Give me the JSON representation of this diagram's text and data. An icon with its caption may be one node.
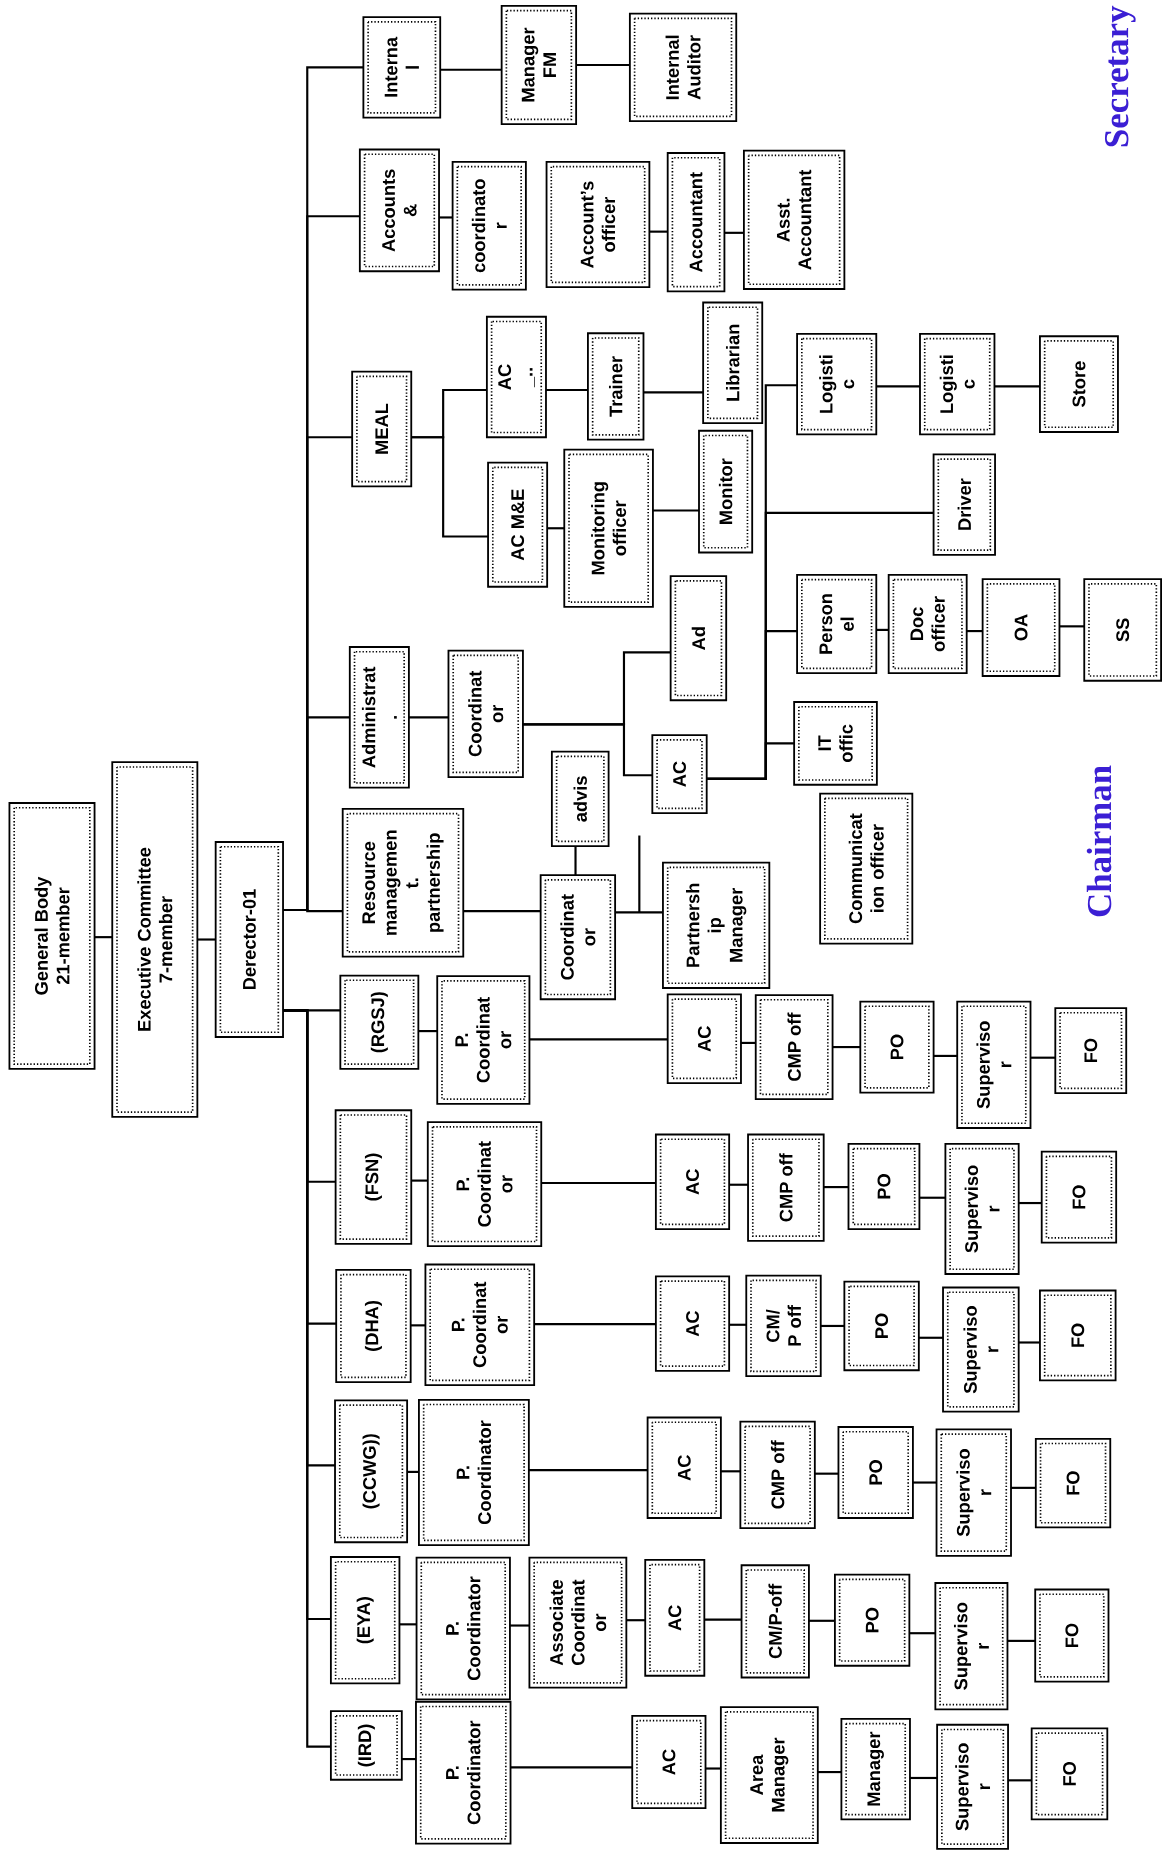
{
  "diagram": {
    "nodes": [
      {
        "text": [
          "General Body",
          "21-member"
        ]
      },
      {
        "text": [
          "Executive Committee",
          "7-member"
        ]
      },
      {
        "text": [
          "Derector-01"
        ]
      },
      {
        "text": [
          "Interna l"
        ]
      },
      {
        "text": [
          "Manager FM"
        ]
      },
      {
        "text": [
          "Internal Auditor"
        ]
      },
      {
        "text": [
          "Accounts &"
        ]
      },
      {
        "text": [
          "coordinato r"
        ]
      },
      {
        "text": [
          "Account’s officer"
        ]
      },
      {
        "text": [
          "Accountant"
        ]
      },
      {
        "text": [
          "Asst. Accountant"
        ]
      },
      {
        "text": [
          "MEAL"
        ]
      },
      {
        "text": [
          "AC _.."
        ]
      },
      {
        "text": [
          "Trainer"
        ]
      },
      {
        "text": [
          "Librarian"
        ]
      },
      {
        "text": [
          "AC M&E"
        ]
      },
      {
        "text": [
          "Monitoring officer"
        ]
      },
      {
        "text": [
          "Monitor"
        ]
      },
      {
        "text": [
          "Administrat ."
        ]
      },
      {
        "text": [
          "Coordinat or"
        ]
      },
      {
        "text": [
          "Ad"
        ]
      },
      {
        "text": [
          "AC"
        ]
      },
      {
        "text": [
          "Logisti c"
        ]
      },
      {
        "text": [
          "Logisti c"
        ]
      },
      {
        "text": [
          "Store"
        ]
      },
      {
        "text": [
          "Driver"
        ]
      },
      {
        "text": [
          "Person el"
        ]
      },
      {
        "text": [
          "Doc officer"
        ]
      },
      {
        "text": [
          "OA"
        ]
      },
      {
        "text": [
          "SS"
        ]
      },
      {
        "text": [
          "IT offic"
        ]
      },
      {
        "text": [
          "Communicat ion officer"
        ]
      },
      {
        "text": [
          "Resource managemen t. partnership"
        ]
      },
      {
        "text": [
          "Coordinat or"
        ]
      },
      {
        "text": [
          "advis"
        ]
      },
      {
        "text": [
          "Partnersh ip Manager"
        ]
      },
      {
        "text": [
          "(RGSJ)"
        ]
      },
      {
        "text": [
          "P. Coordinat or"
        ]
      },
      {
        "text": [
          "AC"
        ]
      },
      {
        "text": [
          "CMP off"
        ]
      },
      {
        "text": [
          "PO"
        ]
      },
      {
        "text": [
          "Superviso r"
        ]
      },
      {
        "text": [
          "FO"
        ]
      },
      {
        "text": [
          "(FSN)"
        ]
      },
      {
        "text": [
          "P. Coordinat or"
        ]
      },
      {
        "text": [
          "AC"
        ]
      },
      {
        "text": [
          "CMP off"
        ]
      },
      {
        "text": [
          "PO"
        ]
      },
      {
        "text": [
          "Superviso r"
        ]
      },
      {
        "text": [
          "FO"
        ]
      },
      {
        "text": [
          "(DHA)"
        ]
      },
      {
        "text": [
          "P. Coordinat or"
        ]
      },
      {
        "text": [
          "AC"
        ]
      },
      {
        "text": [
          "CM/ P off"
        ]
      },
      {
        "text": [
          "PO"
        ]
      },
      {
        "text": [
          "Superviso r"
        ]
      },
      {
        "text": [
          "FO"
        ]
      },
      {
        "text": [
          "(CCWG))"
        ]
      },
      {
        "text": [
          "P. Coordinator"
        ]
      },
      {
        "text": [
          "AC"
        ]
      },
      {
        "text": [
          "CMP off"
        ]
      },
      {
        "text": [
          "PO"
        ]
      },
      {
        "text": [
          "Superviso r"
        ]
      },
      {
        "text": [
          "FO"
        ]
      },
      {
        "text": [
          "(EYA)"
        ]
      },
      {
        "text": [
          "P. Coordinator"
        ]
      },
      {
        "text": [
          "Associate Coordinat or"
        ]
      },
      {
        "text": [
          "AC"
        ]
      },
      {
        "text": [
          "CM/P-off"
        ]
      },
      {
        "text": [
          "PO"
        ]
      },
      {
        "text": [
          "Superviso r"
        ]
      },
      {
        "text": [
          "FO"
        ]
      },
      {
        "text": [
          "(IRD)"
        ]
      },
      {
        "text": [
          "P. Coordinator"
        ]
      },
      {
        "text": [
          "AC"
        ]
      },
      {
        "text": [
          "Area Manager"
        ]
      },
      {
        "text": [
          "Manager"
        ]
      },
      {
        "text": [
          "Superviso r"
        ]
      },
      {
        "text": [
          "FO"
        ]
      }
    ],
    "edges": [
      {
        "from": 0,
        "to": 1,
        "arrow": "none"
      },
      {
        "from": 1,
        "to": 2,
        "arrow": "none"
      },
      {
        "from": 2,
        "to": 3,
        "arrow": "none"
      },
      {
        "from": 2,
        "to": 6,
        "arrow": "none"
      },
      {
        "from": 2,
        "to": 11,
        "arrow": "none"
      },
      {
        "from": 2,
        "to": 18,
        "arrow": "none"
      },
      {
        "from": 2,
        "to": 32,
        "arrow": "none"
      },
      {
        "from": 2,
        "to": 36,
        "arrow": "none"
      },
      {
        "from": 2,
        "to": 43,
        "arrow": "none"
      },
      {
        "from": 2,
        "to": 50,
        "arrow": "none"
      },
      {
        "from": 2,
        "to": 57,
        "arrow": "none"
      },
      {
        "from": 2,
        "to": 64,
        "arrow": "none"
      },
      {
        "from": 2,
        "to": 72,
        "arrow": "none"
      },
      {
        "from": 3,
        "to": 4,
        "arrow": "none"
      },
      {
        "from": 4,
        "to": 5,
        "arrow": "none"
      },
      {
        "from": 6,
        "to": 7,
        "arrow": "none"
      },
      {
        "from": 8,
        "to": 9,
        "arrow": "none"
      },
      {
        "from": 9,
        "to": 10,
        "arrow": "none"
      },
      {
        "from": 11,
        "to": 12,
        "arrow": "none"
      },
      {
        "from": 12,
        "to": 13,
        "arrow": "none"
      },
      {
        "from": 13,
        "to": 14,
        "arrow": "none"
      },
      {
        "from": 11,
        "to": 15,
        "arrow": "none"
      },
      {
        "from": 15,
        "to": 16,
        "arrow": "none"
      },
      {
        "from": 16,
        "to": 17,
        "arrow": "none"
      },
      {
        "from": 18,
        "to": 19,
        "arrow": "none"
      },
      {
        "from": 19,
        "to": 20,
        "arrow": "none"
      },
      {
        "from": 19,
        "to": 21,
        "arrow": "none"
      },
      {
        "from": 21,
        "to": 22,
        "arrow": "none"
      },
      {
        "from": 22,
        "to": 23,
        "arrow": "none"
      },
      {
        "from": 23,
        "to": 24,
        "arrow": "none"
      },
      {
        "from": 21,
        "to": 25,
        "arrow": "none"
      },
      {
        "from": 21,
        "to": 26,
        "arrow": "none"
      },
      {
        "from": 26,
        "to": 27,
        "arrow": "none"
      },
      {
        "from": 27,
        "to": 28,
        "arrow": "none"
      },
      {
        "from": 28,
        "to": 29,
        "arrow": "none"
      },
      {
        "from": 21,
        "to": 30,
        "arrow": "none"
      },
      {
        "from": 32,
        "to": 33,
        "arrow": "none"
      },
      {
        "from": 33,
        "to": 34,
        "arrow": "none"
      },
      {
        "from": 33,
        "to": 35,
        "arrow": "none"
      },
      {
        "from": 36,
        "to": 37,
        "arrow": "none"
      },
      {
        "from": 37,
        "to": 38,
        "arrow": "none"
      },
      {
        "from": 38,
        "to": 39,
        "arrow": "none"
      },
      {
        "from": 39,
        "to": 40,
        "arrow": "none"
      },
      {
        "from": 40,
        "to": 41,
        "arrow": "none"
      },
      {
        "from": 41,
        "to": 42,
        "arrow": "none"
      },
      {
        "from": 43,
        "to": 44,
        "arrow": "none"
      },
      {
        "from": 44,
        "to": 45,
        "arrow": "none"
      },
      {
        "from": 45,
        "to": 46,
        "arrow": "none"
      },
      {
        "from": 46,
        "to": 47,
        "arrow": "none"
      },
      {
        "from": 47,
        "to": 48,
        "arrow": "none"
      },
      {
        "from": 48,
        "to": 49,
        "arrow": "none"
      },
      {
        "from": 50,
        "to": 51,
        "arrow": "none"
      },
      {
        "from": 51,
        "to": 52,
        "arrow": "none"
      },
      {
        "from": 52,
        "to": 53,
        "arrow": "none"
      },
      {
        "from": 53,
        "to": 54,
        "arrow": "none"
      },
      {
        "from": 54,
        "to": 55,
        "arrow": "none"
      },
      {
        "from": 55,
        "to": 56,
        "arrow": "none"
      },
      {
        "from": 57,
        "to": 58,
        "arrow": "none"
      },
      {
        "from": 58,
        "to": 59,
        "arrow": "none"
      },
      {
        "from": 59,
        "to": 60,
        "arrow": "none"
      },
      {
        "from": 60,
        "to": 61,
        "arrow": "none"
      },
      {
        "from": 61,
        "to": 62,
        "arrow": "none"
      },
      {
        "from": 62,
        "to": 63,
        "arrow": "none"
      },
      {
        "from": 64,
        "to": 65,
        "arrow": "none"
      },
      {
        "from": 65,
        "to": 66,
        "arrow": "none"
      },
      {
        "from": 66,
        "to": 67,
        "arrow": "none"
      },
      {
        "from": 67,
        "to": 68,
        "arrow": "none"
      },
      {
        "from": 68,
        "to": 69,
        "arrow": "none"
      },
      {
        "from": 69,
        "to": 70,
        "arrow": "none"
      },
      {
        "from": 70,
        "to": 71,
        "arrow": "none"
      },
      {
        "from": 72,
        "to": 73,
        "arrow": "none"
      },
      {
        "from": 73,
        "to": 74,
        "arrow": "none"
      },
      {
        "from": 74,
        "to": 75,
        "arrow": "none"
      },
      {
        "from": 75,
        "to": 76,
        "arrow": "none"
      },
      {
        "from": 76,
        "to": 77,
        "arrow": "none"
      },
      {
        "from": 77,
        "to": 78,
        "arrow": "none"
      }
    ],
    "labels": [
      "Chairman",
      "Secretary"
    ]
  }
}
